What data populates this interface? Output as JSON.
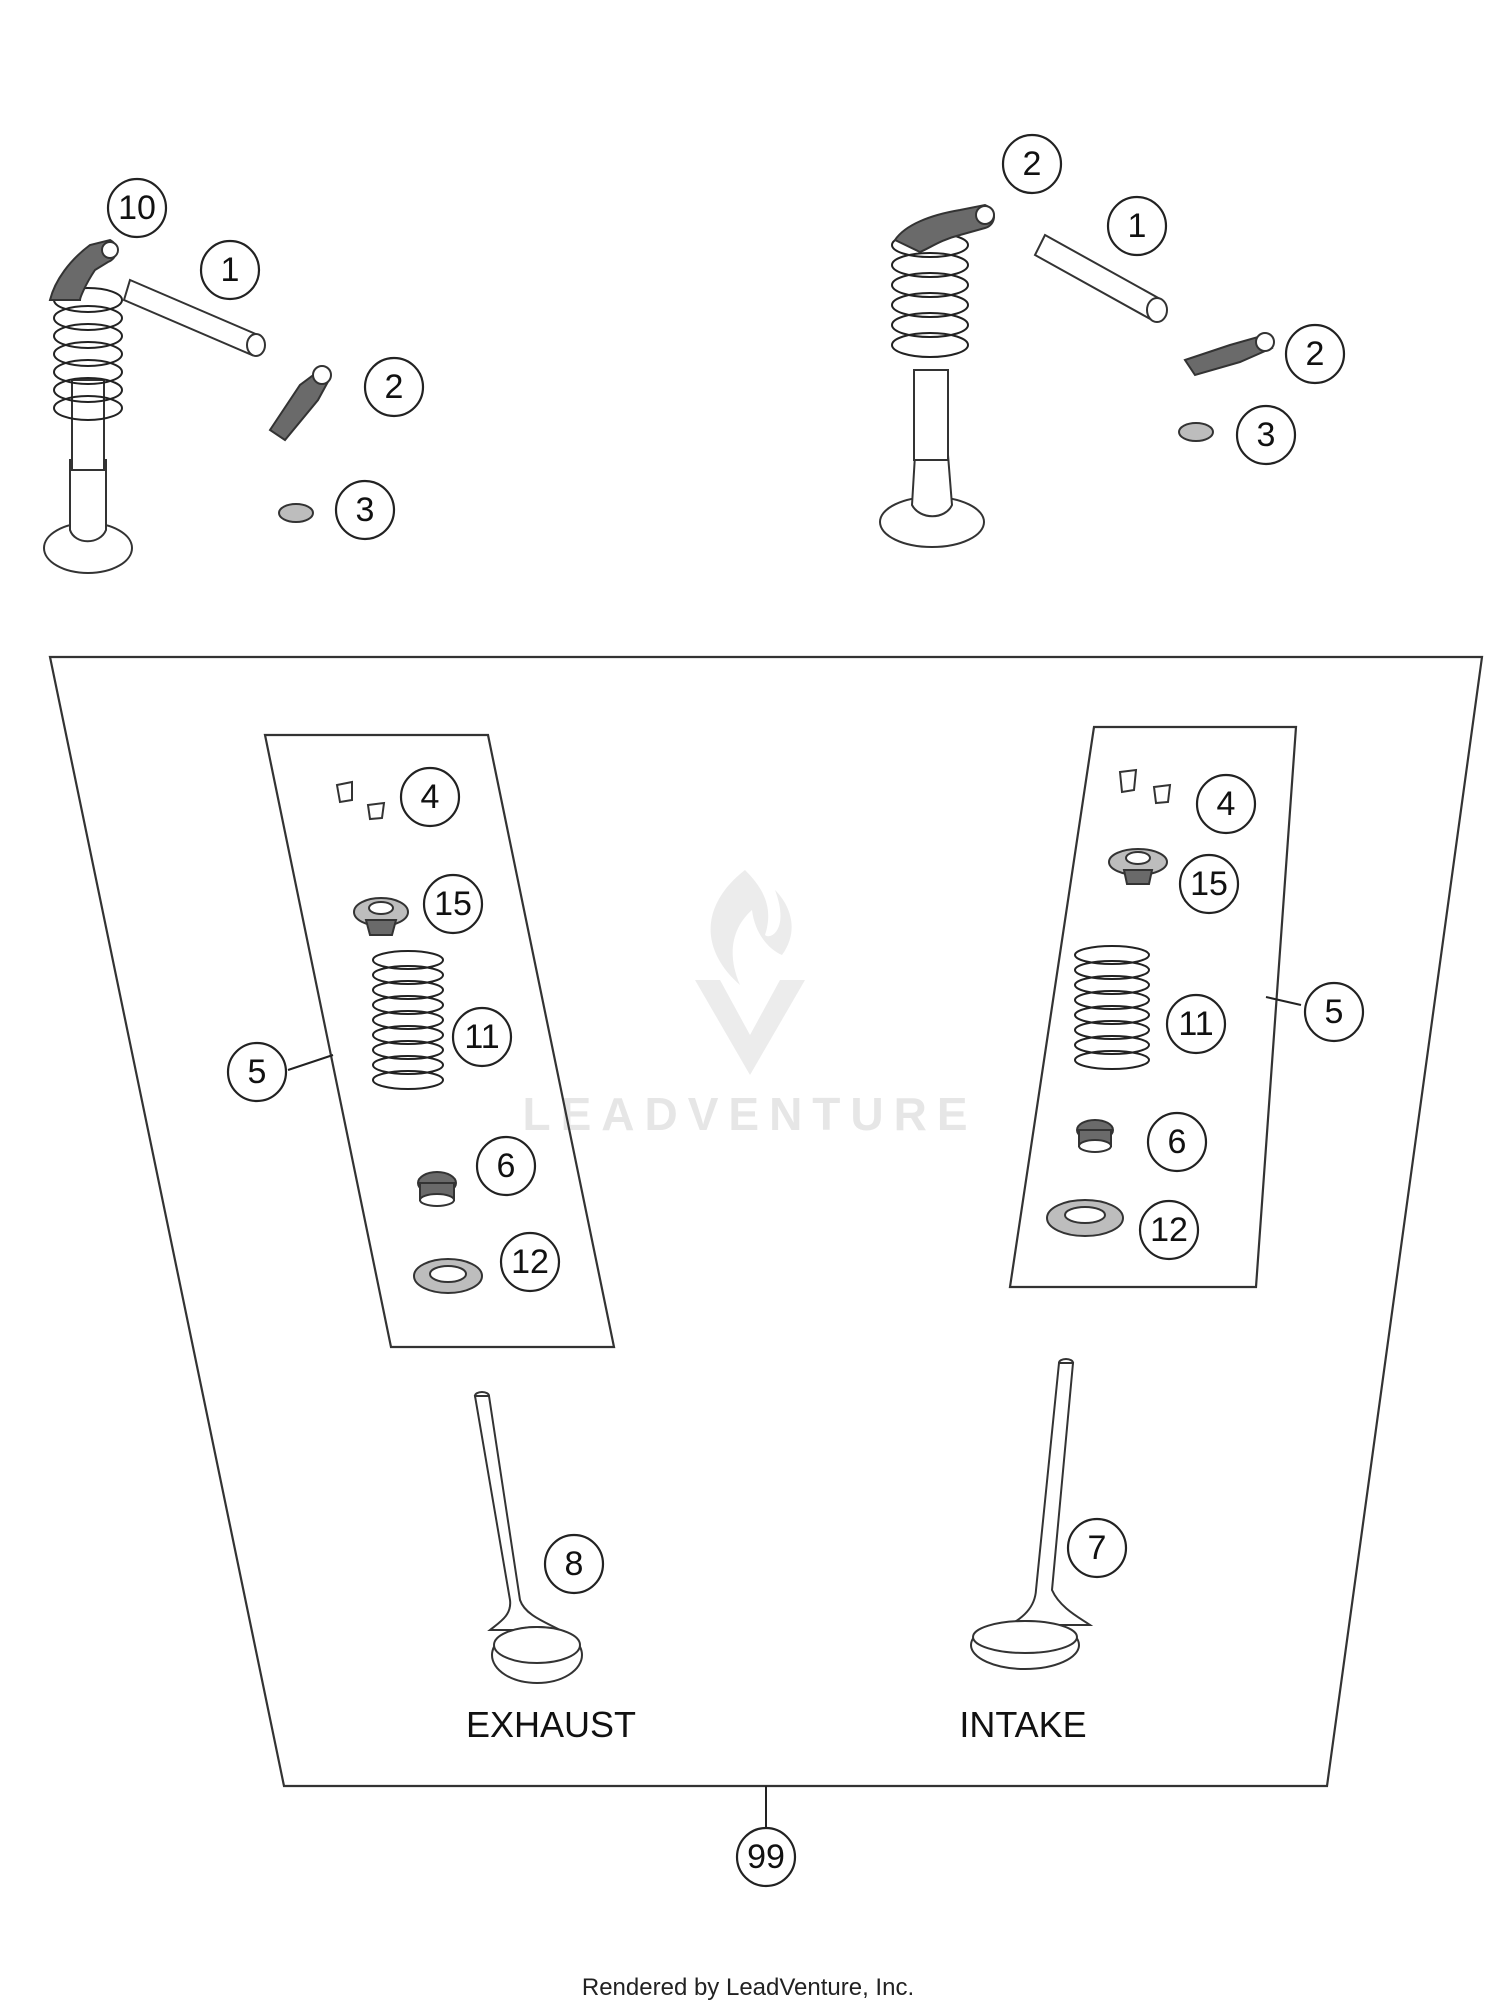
{
  "diagram": {
    "callouts": {
      "top_left": [
        "10",
        "1",
        "2",
        "3"
      ],
      "top_right": [
        "2",
        "1",
        "2",
        "3"
      ],
      "left_kit": [
        "4",
        "15",
        "11",
        "6",
        "12",
        "5"
      ],
      "right_kit": [
        "4",
        "15",
        "11",
        "6",
        "12",
        "5"
      ],
      "valves": [
        "8",
        "7"
      ],
      "kit": "99"
    },
    "labels": {
      "exhaust": "EXHAUST",
      "intake": "INTAKE"
    },
    "watermark": "LEADVENTURE",
    "footer": "Rendered by LeadVenture, Inc."
  }
}
